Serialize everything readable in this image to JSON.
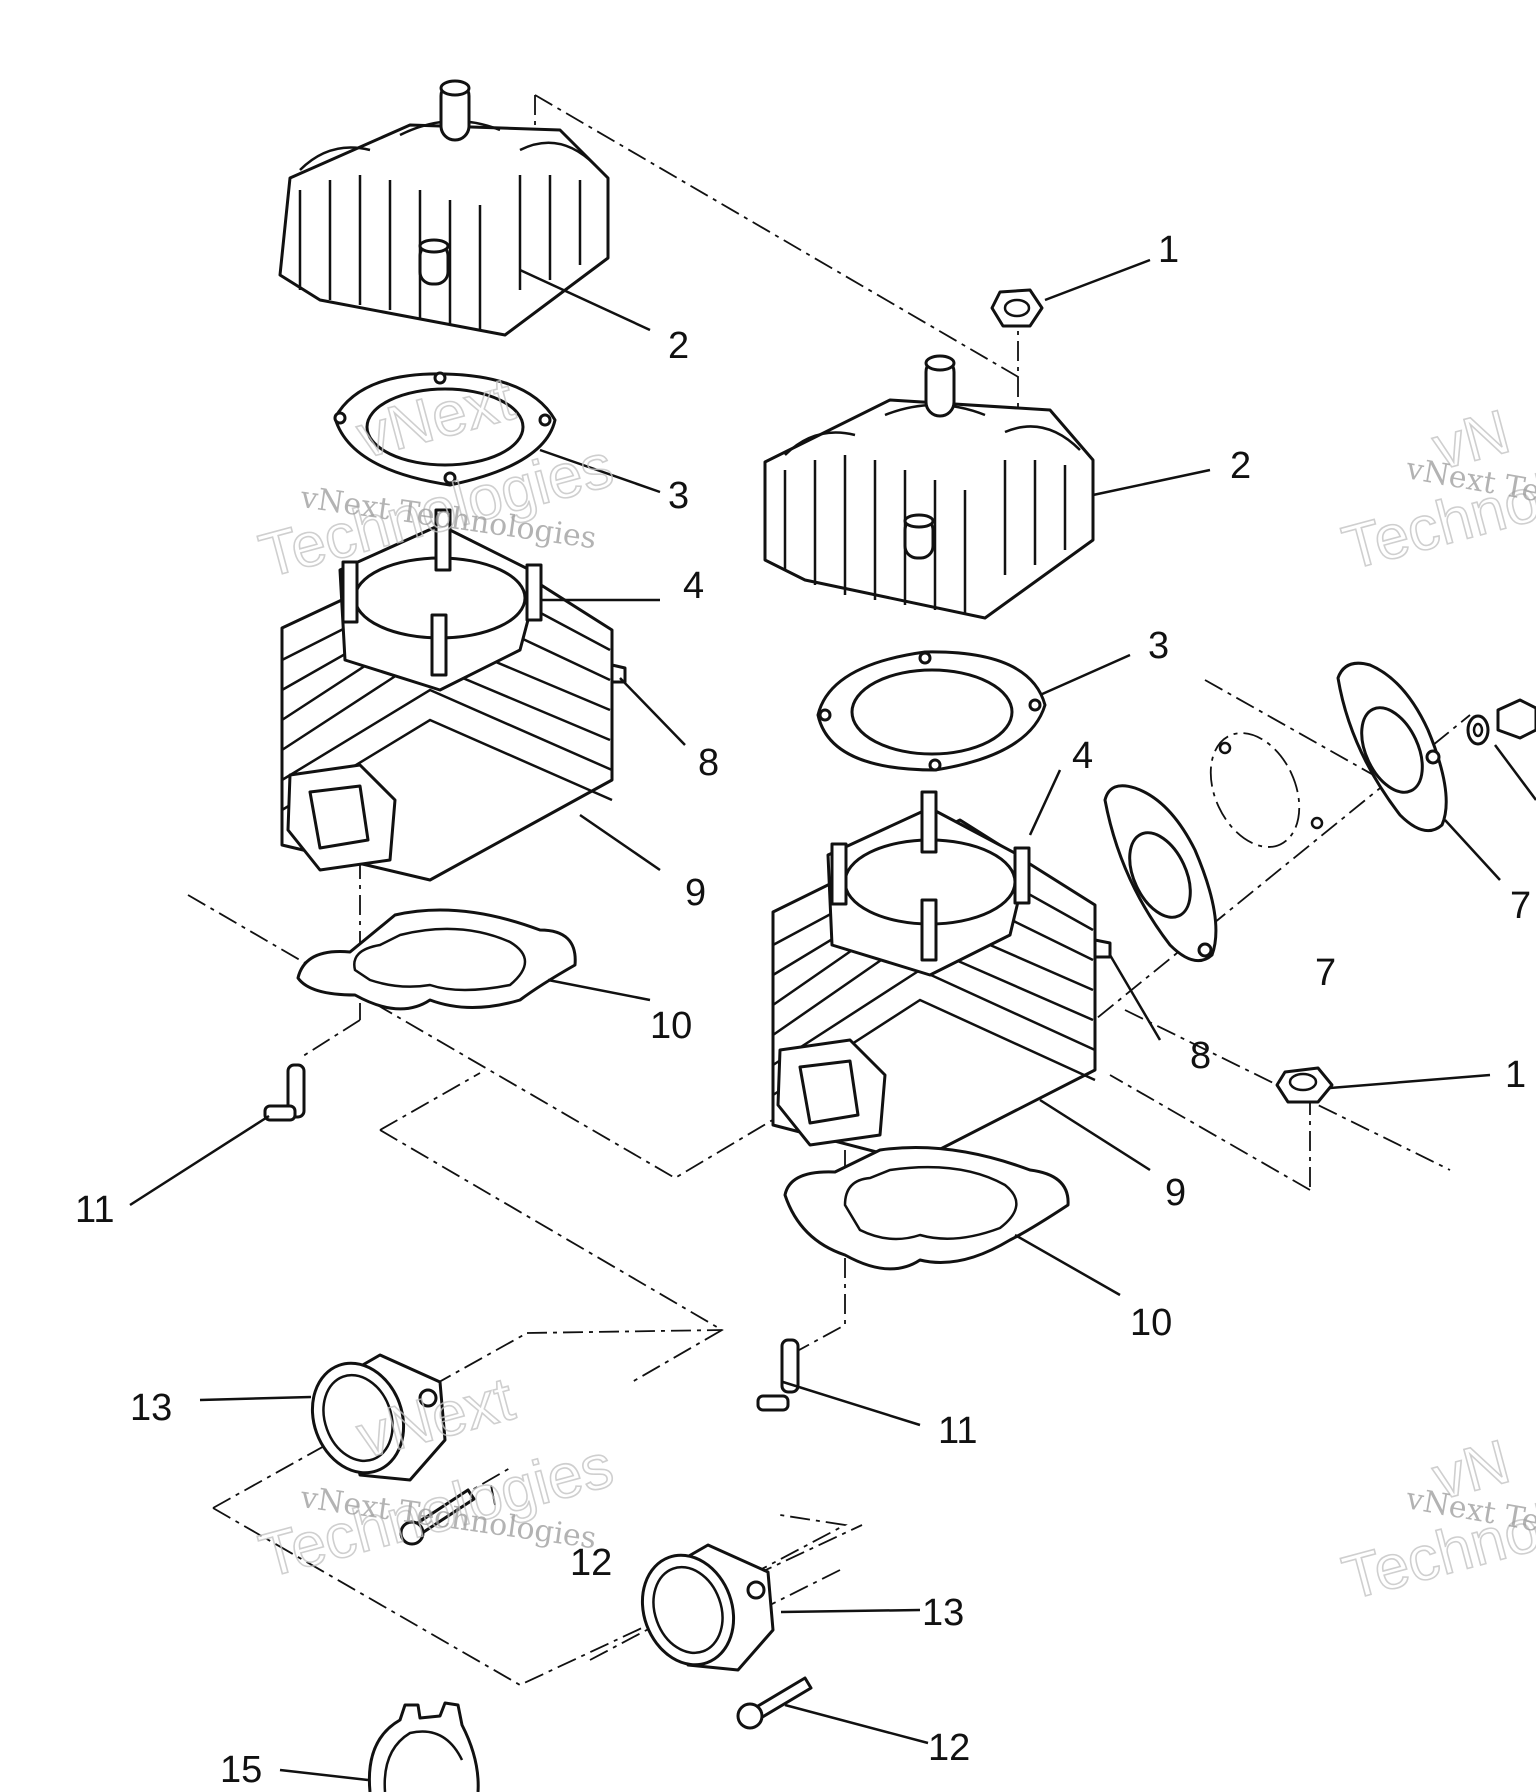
{
  "callouts": {
    "c1a": "1",
    "c1b": "1",
    "c2a": "2",
    "c2b": "2",
    "c3a": "3",
    "c3b": "3",
    "c4a": "4",
    "c4b": "4",
    "c7a": "7",
    "c7b": "7",
    "c8a": "8",
    "c8b": "8",
    "c9a": "9",
    "c9b": "9",
    "c10a": "10",
    "c10b": "10",
    "c11a": "11",
    "c11b": "11",
    "c12a": "12",
    "c12b": "12",
    "c13a": "13",
    "c13b": "13",
    "c15": "15"
  },
  "watermark": {
    "line1": "vNext Technologies",
    "big_top": "vNext",
    "big_bottom": "Technologies",
    "edge_line1": "vNext Te",
    "edge_big_top": "vN",
    "edge_big_bottom": "Technol"
  }
}
